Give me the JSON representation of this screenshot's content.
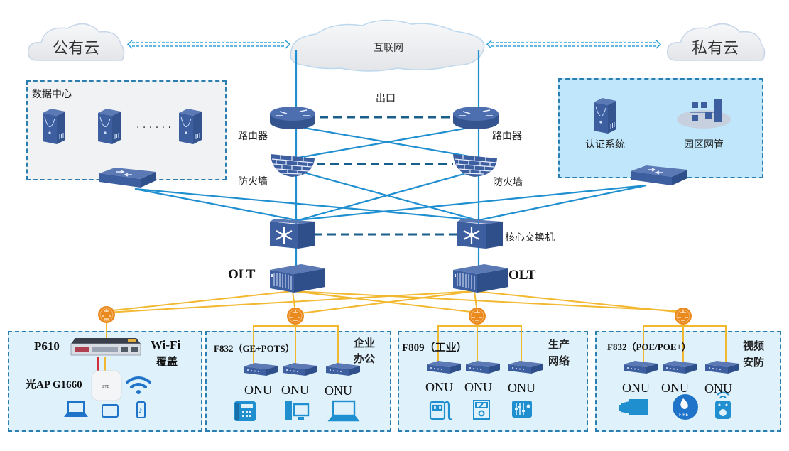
{
  "title": "园区网络拓扑",
  "colors": {
    "link_blue": "#1f8fd0",
    "dashed_blue": "#1a5f8c",
    "device_blue": "#3e5f9f",
    "fiber_yellow": "#f2b830",
    "splitter_orange": "#ea8a1e",
    "box_border": "#2a7fb0",
    "box_fill_gray": "#f1f2f4",
    "box_fill_light": "#dff2fc",
    "box_fill_private": "#bfe6fa"
  },
  "clouds": {
    "public": "公有云",
    "internet": "互联网",
    "private": "私有云"
  },
  "core": {
    "exit_label": "出口",
    "router_left": "路由器",
    "router_right": "路由器",
    "firewall_left": "防火墙",
    "firewall_right": "防火墙",
    "core_switch_label": "核心交换机",
    "olt_left": "OLT",
    "olt_right": "OLT"
  },
  "datacenter": {
    "title": "数据中心",
    "dots": "· · · · · ·"
  },
  "private_zone": {
    "auth_label": "认证系统",
    "nms_label": "园区网管"
  },
  "access_areas": [
    {
      "id": "wifi",
      "device": "P610",
      "title_line1": "Wi-Fi",
      "title_line2": "覆盖",
      "ap_label": "光AP G1660",
      "terminals": [
        "laptop",
        "tablet",
        "phone"
      ]
    },
    {
      "id": "office",
      "device": "F832（GE+POTS）",
      "title_line1": "企业",
      "title_line2": "办公",
      "onu_labels": [
        "ONU",
        "ONU",
        "ONU"
      ],
      "terminals": [
        "ip-phone",
        "desktop-pc",
        "laptop"
      ]
    },
    {
      "id": "production",
      "device": "F809（工业）",
      "title_line1": "生产",
      "title_line2": "网络",
      "onu_labels": [
        "ONU",
        "ONU",
        "ONU"
      ],
      "terminals": [
        "industrial-sensor",
        "meter",
        "control-panel"
      ]
    },
    {
      "id": "video",
      "device": "F832（POE/POE+）",
      "title_line1": "视频",
      "title_line2": "安防",
      "onu_labels": [
        "ONU",
        "ONU",
        "ONU"
      ],
      "terminals": [
        "camera",
        "fire-sensor",
        "wireless-alarm"
      ],
      "fire_text": "FIRE"
    }
  ]
}
